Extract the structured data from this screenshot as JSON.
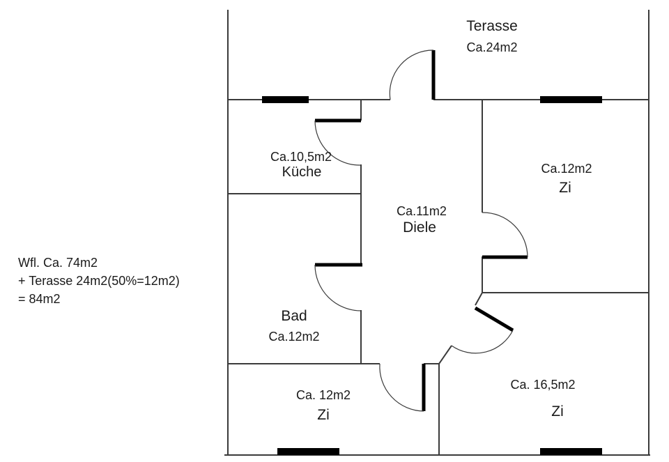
{
  "summary": {
    "line1": "Wfl. Ca. 74m2",
    "line2": "+ Terasse 24m2(50%=12m2)",
    "line3": "= 84m2"
  },
  "rooms": {
    "terrace": {
      "name": "Terasse",
      "area": "Ca.24m2"
    },
    "kitchen": {
      "name": "Küche",
      "area": "Ca.10,5m2"
    },
    "hall": {
      "name": "Diele",
      "area": "Ca.11m2"
    },
    "room_top_right": {
      "name": "Zi",
      "area": "Ca.12m2"
    },
    "bath": {
      "name": "Bad",
      "area": "Ca.12m2"
    },
    "room_bottom_left": {
      "name": "Zi",
      "area": "Ca. 12m2"
    },
    "room_bottom_right": {
      "name": "Zi",
      "area": "Ca. 16,5m2"
    }
  }
}
